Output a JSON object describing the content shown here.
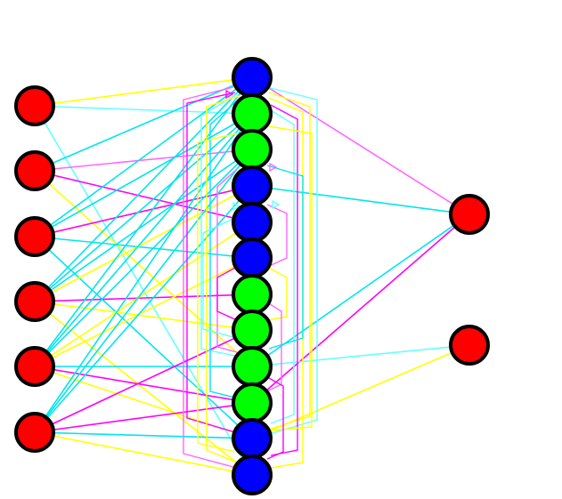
{
  "colors": {
    "background": "#ffffff",
    "node_red": "#ff0000",
    "node_blue": "#0000ff",
    "node_green": "#00ff00",
    "node_stroke": "#000000",
    "edge_cyan": "#00e5ee",
    "edge_magenta": "#ff00ff",
    "edge_yellow": "#ffff00",
    "edge_light_cyan": "#6ff",
    "edge_light_magenta": "#f6f"
  },
  "diagram": {
    "layers": [
      {
        "id": "input",
        "node_count": 6,
        "fill": "red"
      },
      {
        "id": "hidden",
        "node_count": 12,
        "fills": [
          "blue",
          "green",
          "green",
          "blue",
          "blue",
          "blue",
          "green",
          "green",
          "green",
          "green",
          "blue",
          "blue"
        ]
      },
      {
        "id": "output",
        "node_count": 2,
        "fill": "red"
      }
    ]
  }
}
